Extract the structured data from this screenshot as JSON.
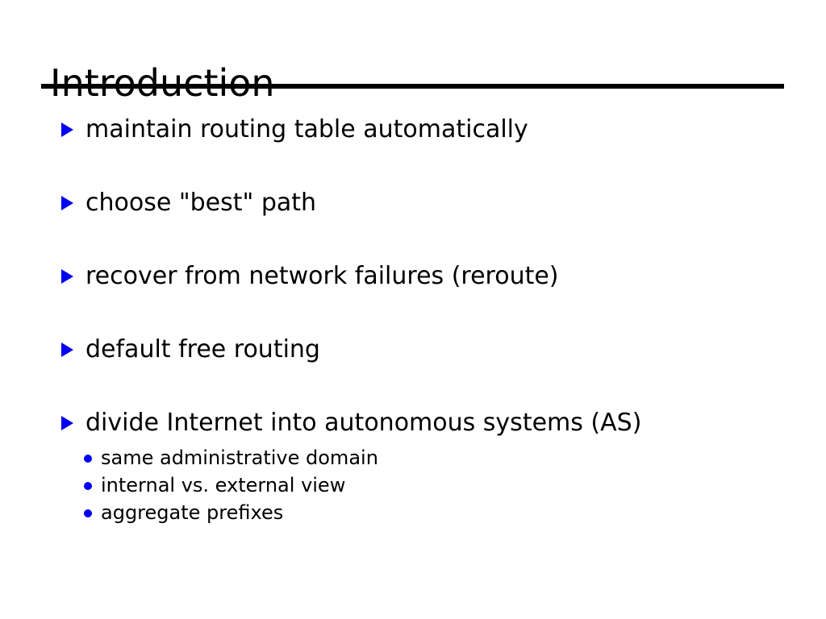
{
  "slide": {
    "title": "Introduction",
    "background_color": "#ffffff",
    "text_color": "#000000",
    "rule_color": "#000000",
    "bullet_color": "#0000ee",
    "level1_marker": "triangle-right-icon",
    "level2_marker": "dot-icon",
    "bullets": [
      {
        "text": "maintain routing table automatically",
        "children": []
      },
      {
        "text": "choose \"best\" path",
        "children": []
      },
      {
        "text": "recover from network failures (reroute)",
        "children": []
      },
      {
        "text": "default free routing",
        "children": []
      },
      {
        "text": "divide Internet into autonomous systems (AS)",
        "children": [
          "same administrative domain",
          "internal vs. external view",
          "aggregate prefixes"
        ]
      }
    ]
  }
}
